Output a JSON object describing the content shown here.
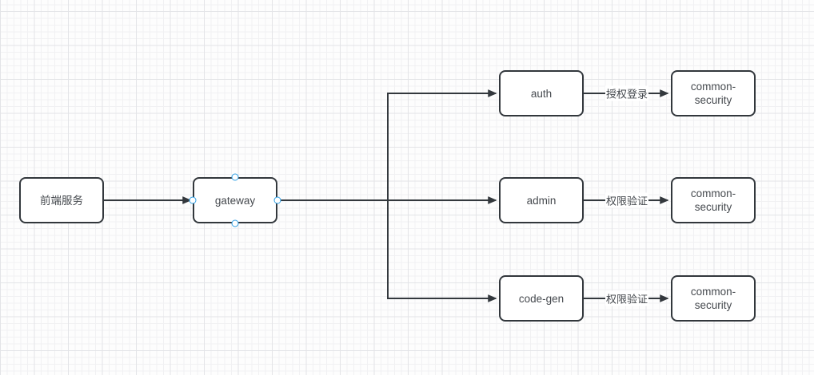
{
  "diagram": {
    "nodes": [
      {
        "id": "frontend",
        "label": "前端服务"
      },
      {
        "id": "gateway",
        "label": "gateway",
        "selected": true
      },
      {
        "id": "auth",
        "label": "auth"
      },
      {
        "id": "admin",
        "label": "admin"
      },
      {
        "id": "code-gen",
        "label": "code-gen"
      },
      {
        "id": "common-security-auth",
        "label": "common-\nsecurity"
      },
      {
        "id": "common-security-admin",
        "label": "common-\nsecurity"
      },
      {
        "id": "common-security-codegen",
        "label": "common-\nsecurity"
      }
    ],
    "edges": [
      {
        "from": "前端服务",
        "to": "gateway",
        "label": ""
      },
      {
        "from": "gateway",
        "to": "auth",
        "label": ""
      },
      {
        "from": "gateway",
        "to": "admin",
        "label": ""
      },
      {
        "from": "gateway",
        "to": "code-gen",
        "label": ""
      },
      {
        "from": "auth",
        "to": "common-security",
        "label": "授权登录"
      },
      {
        "from": "admin",
        "to": "common-security",
        "label": "权限验证"
      },
      {
        "from": "code-gen",
        "to": "common-security",
        "label": "权限验证"
      }
    ],
    "colors": {
      "node_border": "#32373c",
      "node_fill": "#ffffff",
      "edge_stroke": "#33383d",
      "text": "#45494e",
      "connection_point": "#2e9fe5",
      "grid_minor": "#f1f1f3",
      "grid_major": "#e3e4e7",
      "canvas_bg": "#fdfdfd"
    }
  }
}
